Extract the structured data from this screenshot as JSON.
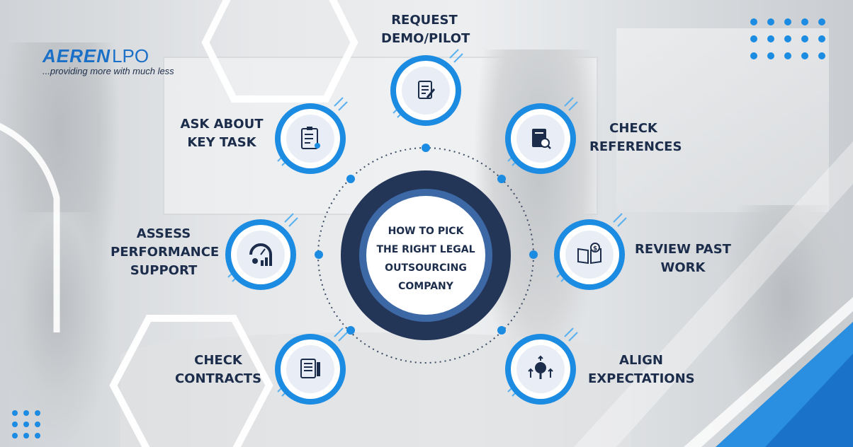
{
  "brand": {
    "name_bold": "AEREN",
    "name_light": "LPO",
    "tagline": "...providing more with much less"
  },
  "center": {
    "lines": [
      "HOW TO PICK",
      "THE RIGHT LEGAL",
      "OUTSOURCING",
      "COMPANY"
    ]
  },
  "steps": [
    {
      "id": "request-demo",
      "lines": [
        "REQUEST",
        "DEMO/PILOT"
      ],
      "icon": "document-edit-icon"
    },
    {
      "id": "check-references",
      "lines": [
        "CHECK",
        "REFERENCES"
      ],
      "icon": "document-search-icon"
    },
    {
      "id": "review-past-work",
      "lines": [
        "REVIEW PAST",
        "WORK"
      ],
      "icon": "open-book-dollar-icon"
    },
    {
      "id": "align-expectations",
      "lines": [
        "ALIGN",
        "EXPECTATIONS"
      ],
      "icon": "brain-arrows-icon"
    },
    {
      "id": "check-contracts",
      "lines": [
        "CHECK",
        "CONTRACTS"
      ],
      "icon": "contract-pen-icon"
    },
    {
      "id": "assess-performance",
      "lines": [
        "ASSESS",
        "PERFORMANCE",
        "SUPPORT"
      ],
      "icon": "gauge-chart-icon"
    },
    {
      "id": "ask-key-task",
      "lines": [
        "ASK ABOUT",
        "KEY TASK"
      ],
      "icon": "clipboard-checklist-icon"
    }
  ],
  "colors": {
    "accent": "#1c8be2",
    "accent_light": "#5ab1f0",
    "navy": "#1c2d4c",
    "navy_ring": "#243a64",
    "mid_ring": "#3d68a6"
  }
}
